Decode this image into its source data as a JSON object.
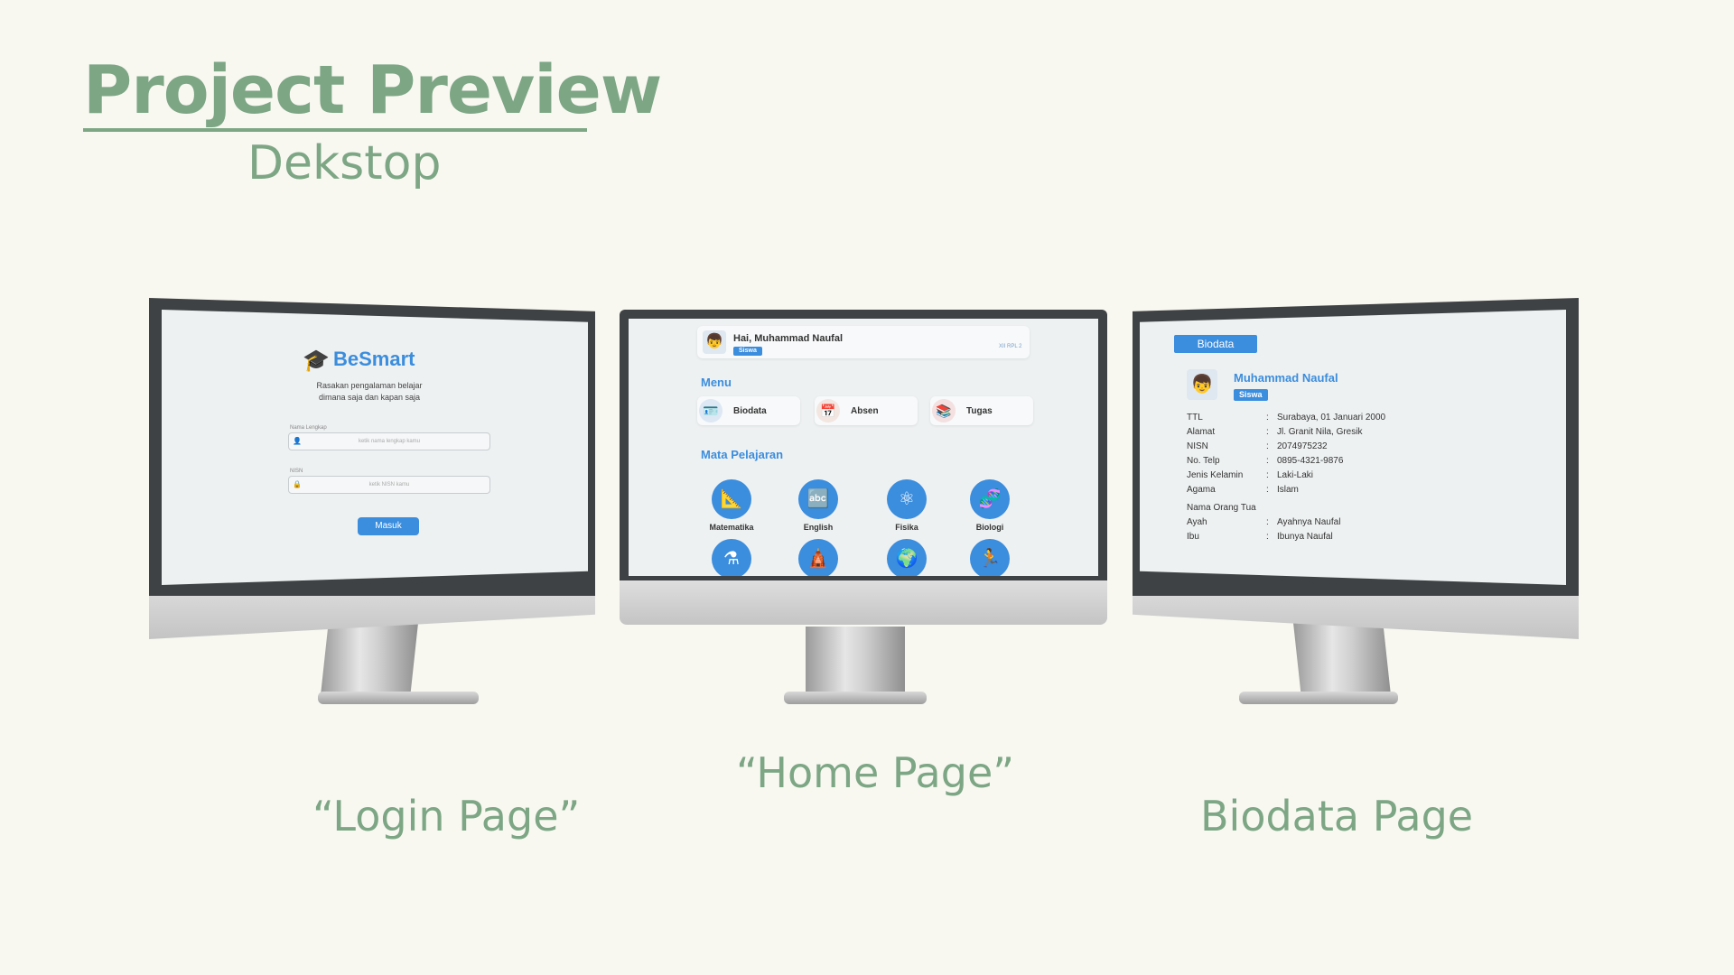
{
  "header": {
    "title": "Project Preview",
    "subtitle": "Dekstop"
  },
  "captions": {
    "login": "“Login Page”",
    "home": "“Home Page”",
    "biodata": "Biodata Page"
  },
  "login": {
    "logo": "BeSmart",
    "tagline_1": "Rasakan  pengalaman belajar",
    "tagline_2": "dimana saja dan kapan saja",
    "name_label": "Nama Lengkap",
    "name_placeholder": "ketik nama lengkap kamu",
    "nisn_label": "NISN",
    "nisn_placeholder": "ketik NISN kamu",
    "button": "Masuk"
  },
  "home": {
    "greeting": "Hai, Muhammad Naufal",
    "role_badge": "Siswa",
    "class_label": "XII RPL 2",
    "menu_title": "Menu",
    "menu": [
      {
        "label": "Biodata"
      },
      {
        "label": "Absen"
      },
      {
        "label": "Tugas"
      }
    ],
    "subjects_title": "Mata Pelajaran",
    "subjects": [
      {
        "label": "Matematika"
      },
      {
        "label": "English"
      },
      {
        "label": "Fisika"
      },
      {
        "label": "Biologi"
      }
    ]
  },
  "biodata": {
    "tab": "Biodata",
    "name": "Muhammad Naufal",
    "role_badge": "Siswa",
    "fields": [
      {
        "label": "TTL",
        "value": "Surabaya, 01 Januari 2000"
      },
      {
        "label": "Alamat",
        "value": "Jl. Granit Nila, Gresik"
      },
      {
        "label": "NISN",
        "value": "2074975232"
      },
      {
        "label": "No. Telp",
        "value": "0895-4321-9876"
      },
      {
        "label": "Jenis Kelamin",
        "value": "Laki-Laki"
      },
      {
        "label": "Agama",
        "value": "Islam"
      }
    ],
    "parents_heading": "Nama Orang Tua",
    "parents": [
      {
        "label": "Ayah",
        "value": "Ayahnya Naufal"
      },
      {
        "label": "Ibu",
        "value": "Ibunya Naufal"
      }
    ],
    "separator": ":"
  },
  "colors": {
    "accent": "#3b8ddd",
    "heading_green": "#7da685",
    "background": "#f8f8f1"
  }
}
